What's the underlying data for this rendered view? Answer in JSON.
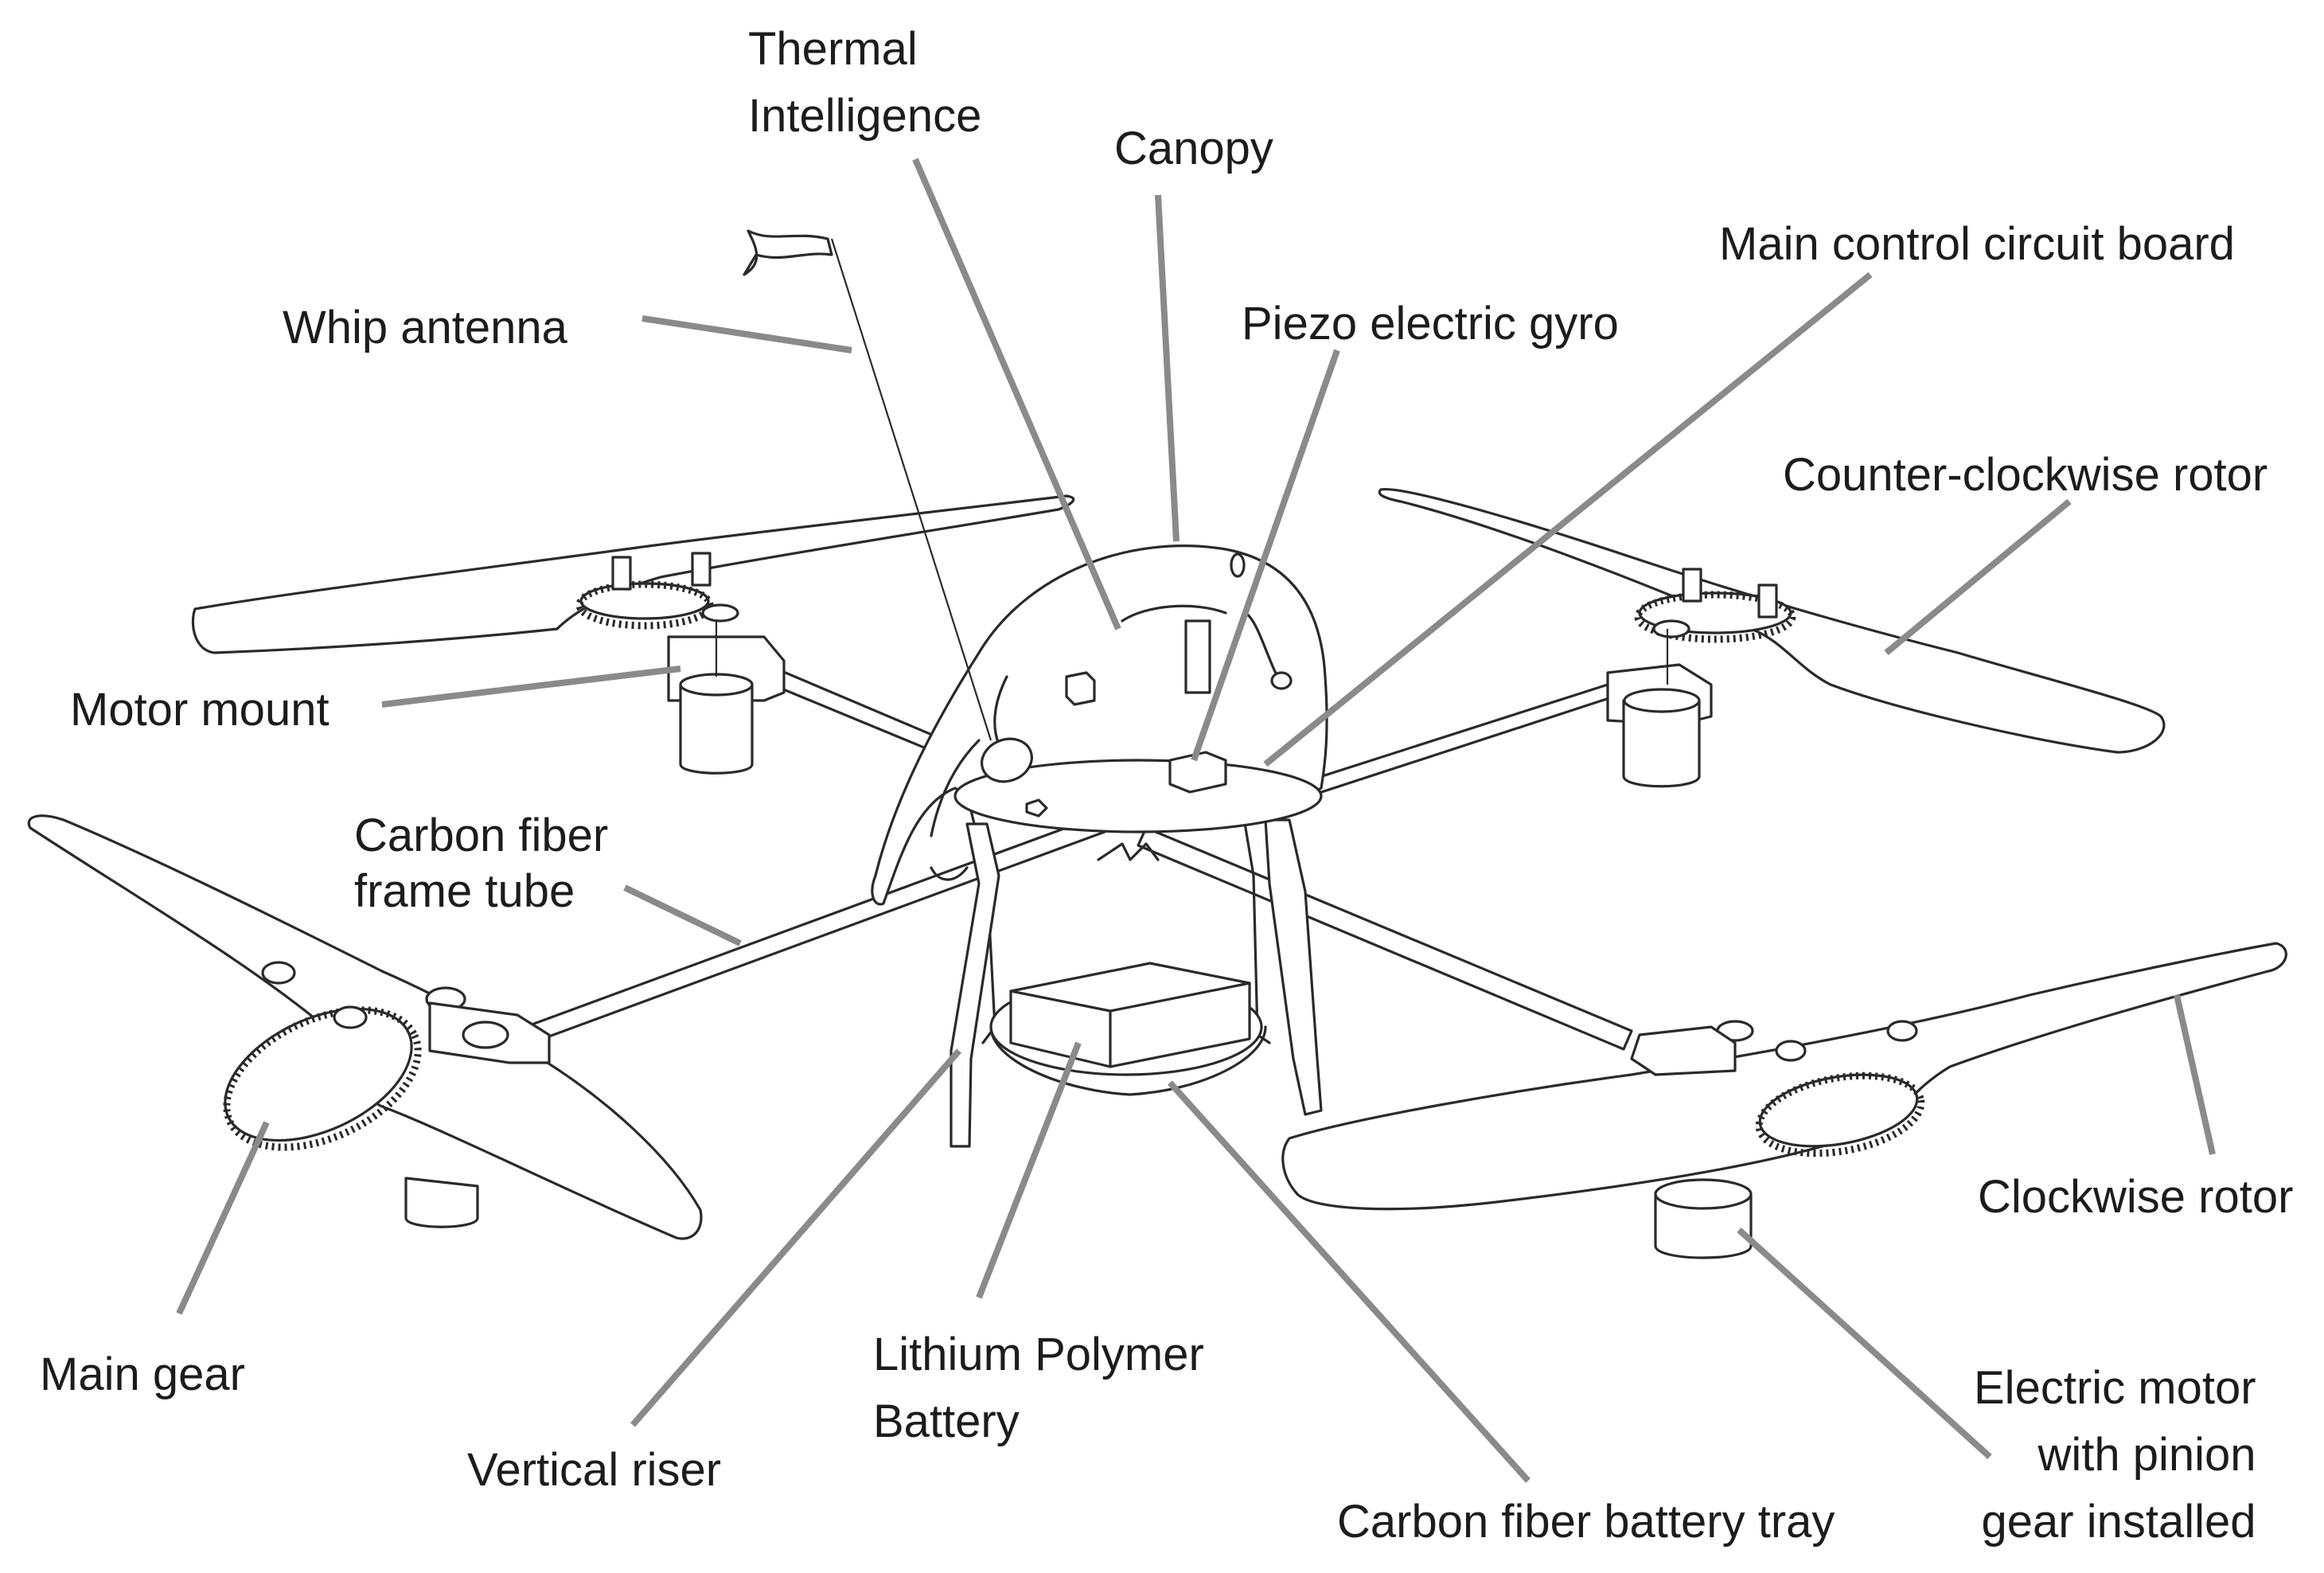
{
  "labels": {
    "thermal_intelligence": "Thermal\nIntelligence",
    "canopy": "Canopy",
    "main_control_circuit_board": "Main control circuit board",
    "whip_antenna": "Whip antenna",
    "piezo_electric_gyro": "Piezo electric gyro",
    "counter_clockwise_rotor": "Counter-clockwise rotor",
    "motor_mount": "Motor mount",
    "carbon_fiber_frame_tube": "Carbon fiber\nframe tube",
    "clockwise_rotor": "Clockwise rotor",
    "main_gear": "Main gear",
    "lithium_polymer_battery": "Lithium Polymer\nBattery",
    "electric_motor": "Electric motor\nwith pinion\ngear installed",
    "vertical_riser": "Vertical riser",
    "carbon_fiber_battery_tray": "Carbon fiber battery tray"
  },
  "colors": {
    "leader_line": "#8a8a8a",
    "ink": "#2a2a2a",
    "text": "#1c1c1c",
    "background": "#ffffff"
  }
}
